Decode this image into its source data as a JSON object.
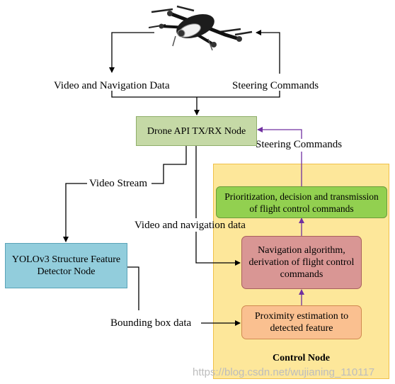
{
  "labels": {
    "video_nav_top": "Video and Navigation Data",
    "steering_top": "Steering Commands",
    "steering_right": "Steering Commands",
    "video_stream": "Video Stream",
    "video_nav_mid": "Video and navigation data",
    "bounding_box": "Bounding box data"
  },
  "nodes": {
    "drone_api": "Drone API TX/RX Node",
    "yolo": "YOLOv3 Structure Feature\nDetector Node",
    "prioritization": "Prioritization, decision and transmission\nof flight control commands",
    "navigation": "Navigation algorithm,\nderivation of flight control\ncommands",
    "proximity": "Proximity estimation to\ndetected feature"
  },
  "control_node_label": "Control Node",
  "watermark": "https://blog.csdn.net/wujianing_110117",
  "colors": {
    "drone_api_fill": "#c5d9a6",
    "yolo_fill": "#92cddc",
    "control_fill": "#fde79a",
    "control_border": "#f0c04a",
    "prioritization_fill": "#92d050",
    "navigation_fill": "#d99694",
    "proximity_fill": "#fac090",
    "purple_arrow": "#7030a0",
    "black_arrow": "#000000"
  },
  "icons": [
    "drone-icon"
  ]
}
